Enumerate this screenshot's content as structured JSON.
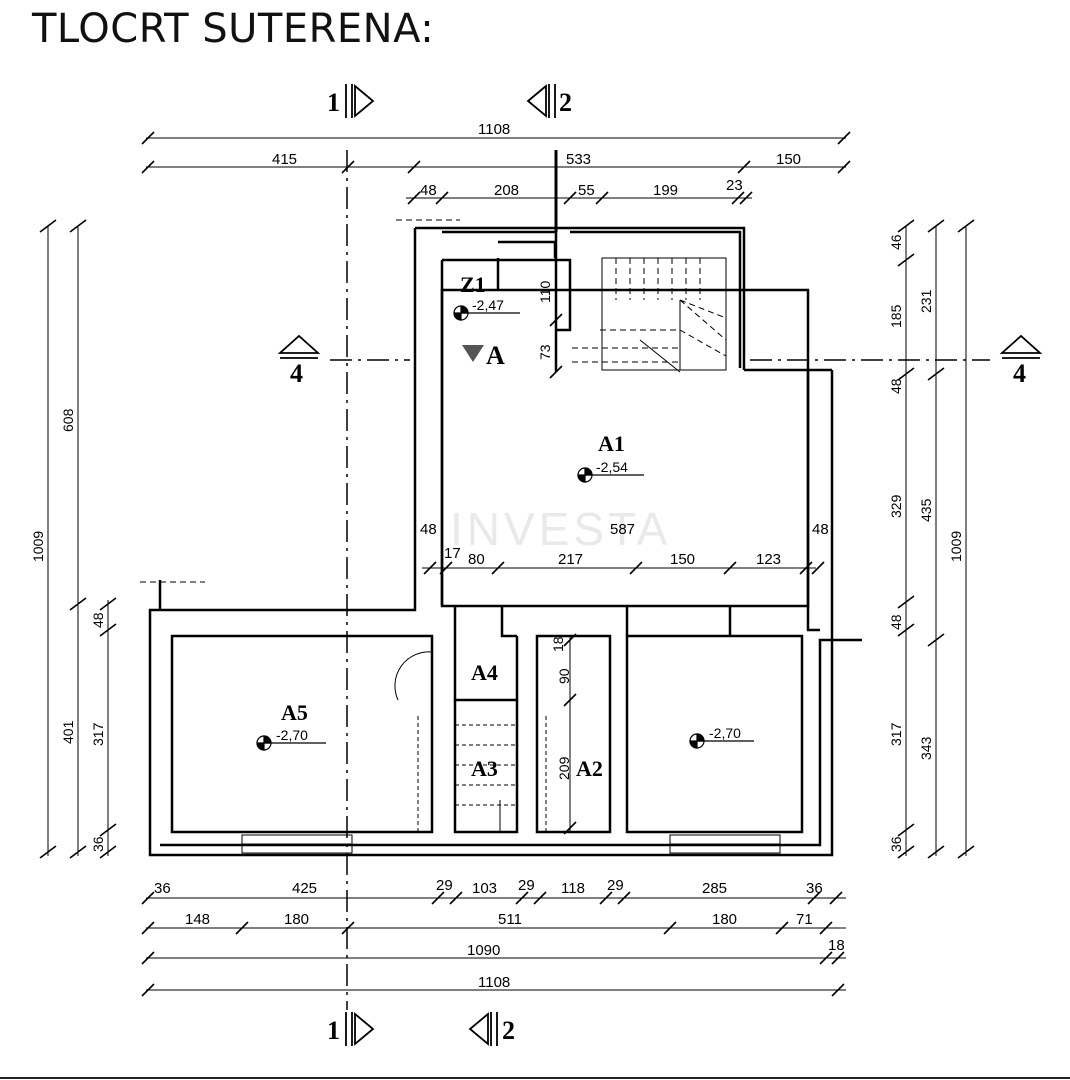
{
  "title": "TLOCRT SUTERENA:",
  "watermark": "INVESTA",
  "section_markers": {
    "top_1": "1",
    "top_2": "2",
    "bottom_1": "1",
    "bottom_2": "2",
    "left_4": "4",
    "right_4": "4",
    "view_a": "A"
  },
  "rooms": {
    "z1": {
      "label": "Z1",
      "level": "-2,47"
    },
    "a1": {
      "label": "A1",
      "level": "-2,54"
    },
    "a2": {
      "label": "A2"
    },
    "a3": {
      "label": "A3"
    },
    "a4": {
      "label": "A4"
    },
    "a5": {
      "label": "A5",
      "level": "-2,70"
    },
    "right_room": {
      "level": "-2,70"
    }
  },
  "dims": {
    "top_total": "1108",
    "top_415": "415",
    "top_533": "533",
    "top_150": "150",
    "top_48": "48",
    "top_208": "208",
    "top_55": "55",
    "top_199": "199",
    "top_23": "23",
    "z1_110": "110",
    "z1_73": "73",
    "mid_48_left": "48",
    "mid_587": "587",
    "mid_48_right": "48",
    "mid_17": "17",
    "mid_80": "80",
    "mid_217": "217",
    "mid_150": "150",
    "mid_123": "123",
    "a4_18": "18",
    "a4_90": "90",
    "a3_209": "209",
    "bot_36a": "36",
    "bot_425": "425",
    "bot_29a": "29",
    "bot_103": "103",
    "bot_29b": "29",
    "bot_118": "118",
    "bot_29c": "29",
    "bot_285": "285",
    "bot_36b": "36",
    "bot_148": "148",
    "bot_180a": "180",
    "bot_511": "511",
    "bot_180b": "180",
    "bot_71": "71",
    "bot_1090": "1090",
    "bot_18": "18",
    "bot_1108": "1108",
    "left_1009": "1009",
    "left_608": "608",
    "left_401": "401",
    "left_48": "48",
    "left_317": "317",
    "left_36": "36",
    "right_46": "46",
    "right_185": "185",
    "right_231": "231",
    "right_48a": "48",
    "right_329": "329",
    "right_435": "435",
    "right_1009": "1009",
    "right_48b": "48",
    "right_317": "317",
    "right_343": "343",
    "right_36": "36"
  }
}
